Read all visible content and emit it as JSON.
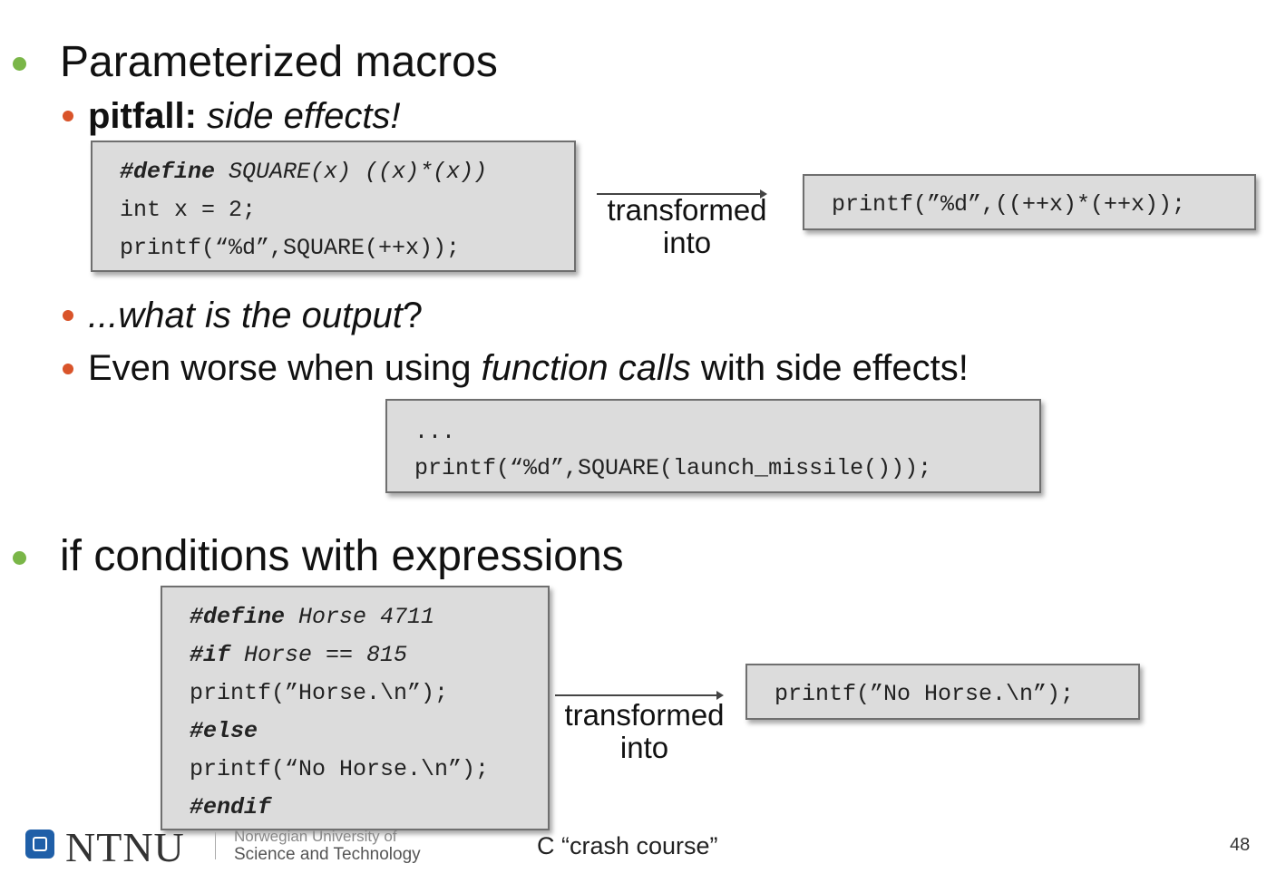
{
  "bullets": {
    "b1_title": "Parameterized macros",
    "sub1_bold": "pitfall:",
    "sub1_italic": "side effects!",
    "sub2_italic": "...what is the output",
    "sub2_rest": "?",
    "sub3_pre": "Even worse when using ",
    "sub3_italic": "function calls",
    "sub3_post": " with side effects!",
    "b2_title": "if conditions with expressions"
  },
  "code1": {
    "l1_kw": "#define",
    "l1_rest": " SQUARE(x) ((x)*(x))",
    "l2": "int x = 2;",
    "l3": "printf(“%d”,SQUARE(++x));"
  },
  "arrow1": {
    "label_line1": "transformed",
    "label_line2": "into"
  },
  "result1": "printf(”%d”,((++x)*(++x));",
  "code2": {
    "l1": "...",
    "l2": "printf(“%d”,SQUARE(launch_missile()));"
  },
  "code3": {
    "l1_kw": "#define",
    "l1_rest": " Horse 4711",
    "l2_kw": "#if",
    "l2_rest": " Horse == 815",
    "l3": "printf(”Horse.\\n”);",
    "l4_kw": "#else",
    "l5": "printf(“No Horse.\\n”);",
    "l6_kw": "#endif"
  },
  "arrow2": {
    "label_line1": "transformed",
    "label_line2": "into"
  },
  "result2": "printf(”No Horse.\\n”);",
  "footer": {
    "logo_text": "NTNU",
    "university_line1": "Norwegian University of",
    "university_line2": "Science and Technology",
    "course": "C “crash course”",
    "page_number": "48"
  },
  "colors": {
    "bullet_green": "#7ab648",
    "bullet_red": "#d9542a",
    "code_bg": "#dcdcdc",
    "ntnu_blue": "#1f5fa8"
  }
}
